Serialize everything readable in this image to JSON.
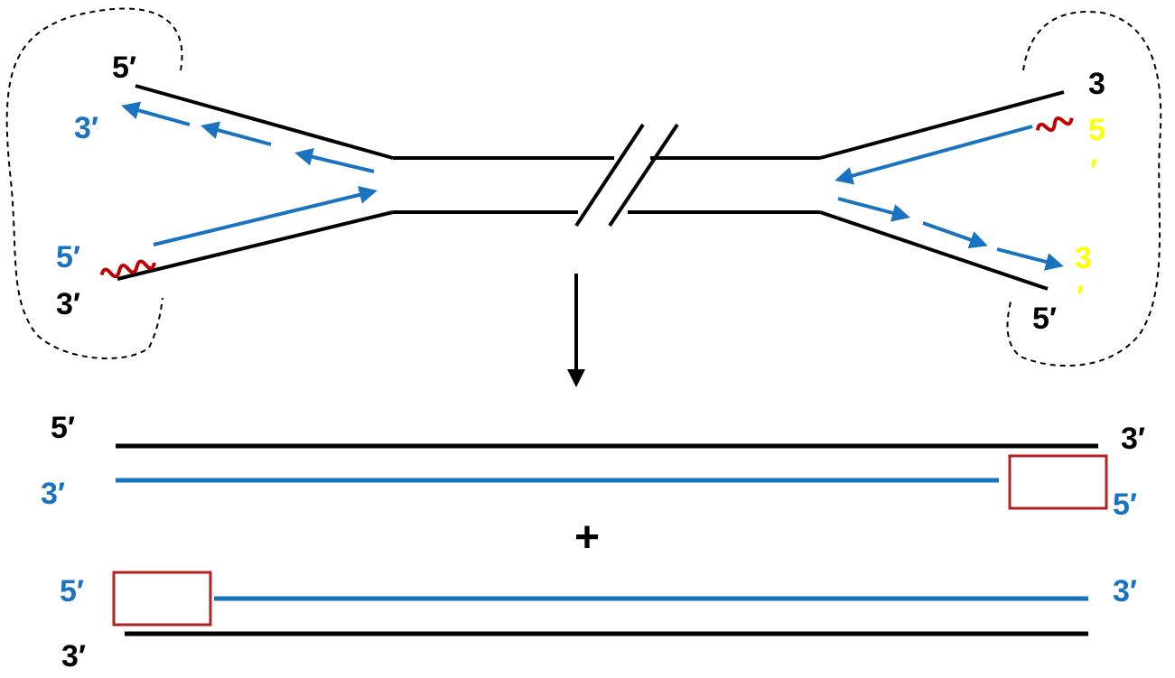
{
  "colors": {
    "template": "#000000",
    "new_strand": "#1a73c1",
    "primer": "#c00000",
    "highlight": "#ffff00",
    "gap_box": "#b22222",
    "outline": "#000000"
  },
  "top": {
    "left_fork": {
      "upper_template_label": "5′",
      "upper_new_label": "3′",
      "lower_new_label": "5′",
      "lower_template_label": "3′"
    },
    "right_fork": {
      "upper_template_label": "3",
      "upper_new_label_char": "5",
      "upper_new_label_prime": "′",
      "lower_new_label_char": "3",
      "lower_new_label_prime": "′",
      "lower_template_label": "5′"
    }
  },
  "bottom": {
    "molecule1": {
      "left_template_label": "5′",
      "right_template_label": "3′",
      "left_new_label": "3′",
      "right_new_label": "5′"
    },
    "plus": "+",
    "molecule2": {
      "left_new_label": "5′",
      "right_new_label": "3′",
      "left_template_label": "3′"
    }
  }
}
